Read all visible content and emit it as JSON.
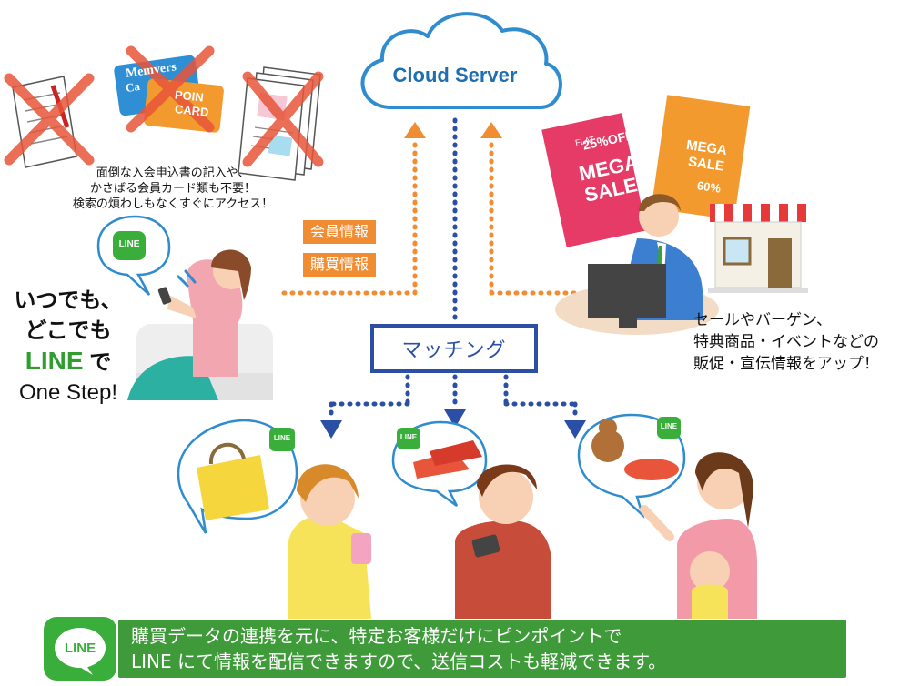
{
  "cloud": {
    "label": "Cloud Server"
  },
  "matching": {
    "label": "マッチング"
  },
  "tags": {
    "member_info": "会員情報",
    "purchase_info": "購買情報"
  },
  "left_caption": {
    "line1": "面倒な入会申込書の記入や、",
    "line2": "かさばる会員カード類も不要！",
    "line3": "検索の煩わしもなくすぐにアクセス！"
  },
  "right_caption": {
    "line1": "セールやバーゲン、",
    "line2": "特典商品・イベントなどの",
    "line3": "販促・宣伝情報をアップ！"
  },
  "slogan": {
    "line1": "いつでも、",
    "line2": "どこでも",
    "line3_brand": "LINE",
    "line3_suffix": " で",
    "line4": "One Step!"
  },
  "cards": {
    "members": "Memvers",
    "members_sub": "Ca",
    "point_1": "POIN",
    "point_2": "CARD"
  },
  "posters": {
    "pink_top": "25%OFF",
    "pink_flat": "FLAT",
    "pink_main1": "MEGA",
    "pink_main2": "SALE",
    "orange_main1": "MEGA",
    "orange_main2": "SALE",
    "orange_bottom": "60%"
  },
  "line_badge": "LINE",
  "banner": {
    "line1": "購買データの連携を元に、特定お客様だけにピンポイントで",
    "line2": "LINE にて情報を配信できますので、送信コストも軽減できます。"
  },
  "colors": {
    "cloud_stroke": "#2e8ccf",
    "arrow_orange": "#f08c32",
    "arrow_blue": "#2a4fa5",
    "line_green": "#3aae3a",
    "banner_green": "#3f9b3a",
    "cross_red": "#e8553a"
  }
}
